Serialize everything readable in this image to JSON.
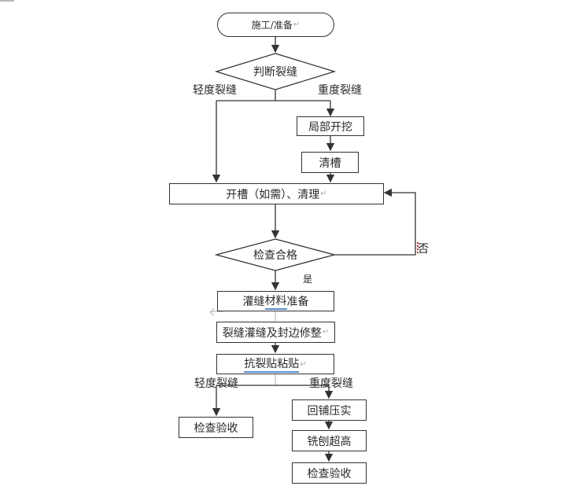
{
  "flowchart": {
    "start": {
      "label": "施工/准备",
      "return_mark": "↵"
    },
    "decision_crack": {
      "label": "判断裂缝"
    },
    "branch_light_top": "轻度裂缝",
    "branch_heavy_top": "重度裂缝",
    "local_excavation": {
      "label": "局部开挖"
    },
    "clean_groove": {
      "label": "清槽"
    },
    "slot_and_clean": {
      "label": "开槽（如需）、清理",
      "return_mark": "↵"
    },
    "decision_check": {
      "label": "检查合格"
    },
    "no_label": "否",
    "yes_label": "是",
    "material_prep": {
      "label_plain": "灌缝",
      "label_underlined": "材料",
      "label_tail": "准备"
    },
    "grouting": {
      "label": "裂缝灌缝及封边修整",
      "return_mark": "↵"
    },
    "anti_crack": {
      "label": "抗裂贴粘贴",
      "return_mark": "↵"
    },
    "branch_light_bottom": "轻度裂缝",
    "branch_heavy_bottom": "重度裂缝",
    "inspect_light": {
      "label": "检查验收"
    },
    "backfill": {
      "label": "回铺压实"
    },
    "milling": {
      "label": "铣刨超高"
    },
    "inspect_heavy": {
      "label": "检查验收"
    },
    "colors": {
      "line": "#333333",
      "underline": "#5a8fd0",
      "revision_mark": "#c0392b"
    }
  }
}
